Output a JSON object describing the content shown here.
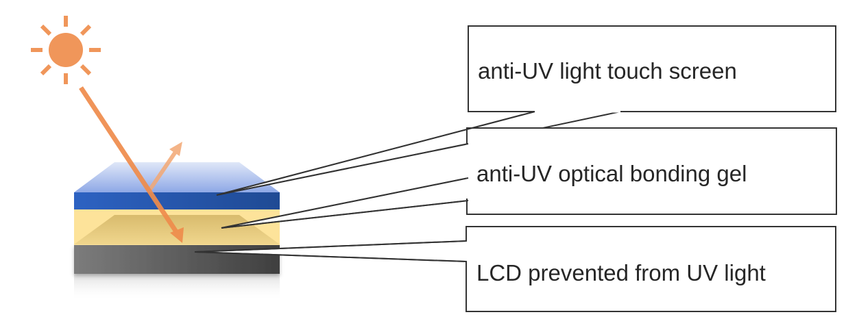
{
  "diagram": {
    "callouts": [
      {
        "id": "touch-screen",
        "label": "anti-UV light touch screen"
      },
      {
        "id": "bonding-gel",
        "label": "anti-UV optical bonding gel"
      },
      {
        "id": "lcd",
        "label": "LCD prevented from UV light"
      }
    ],
    "colors": {
      "sun": "#f0965a",
      "ray": "#ef8c4c",
      "reflected_ray": "#f3a874",
      "top_layer": "#2f5fb3",
      "top_face": "#a9bde9",
      "gel_layer": "#fde39a",
      "gel_inner": "#e3c77d",
      "lcd_layer": "#5a5a5a",
      "callout_border": "#333333",
      "text": "#262626"
    }
  }
}
